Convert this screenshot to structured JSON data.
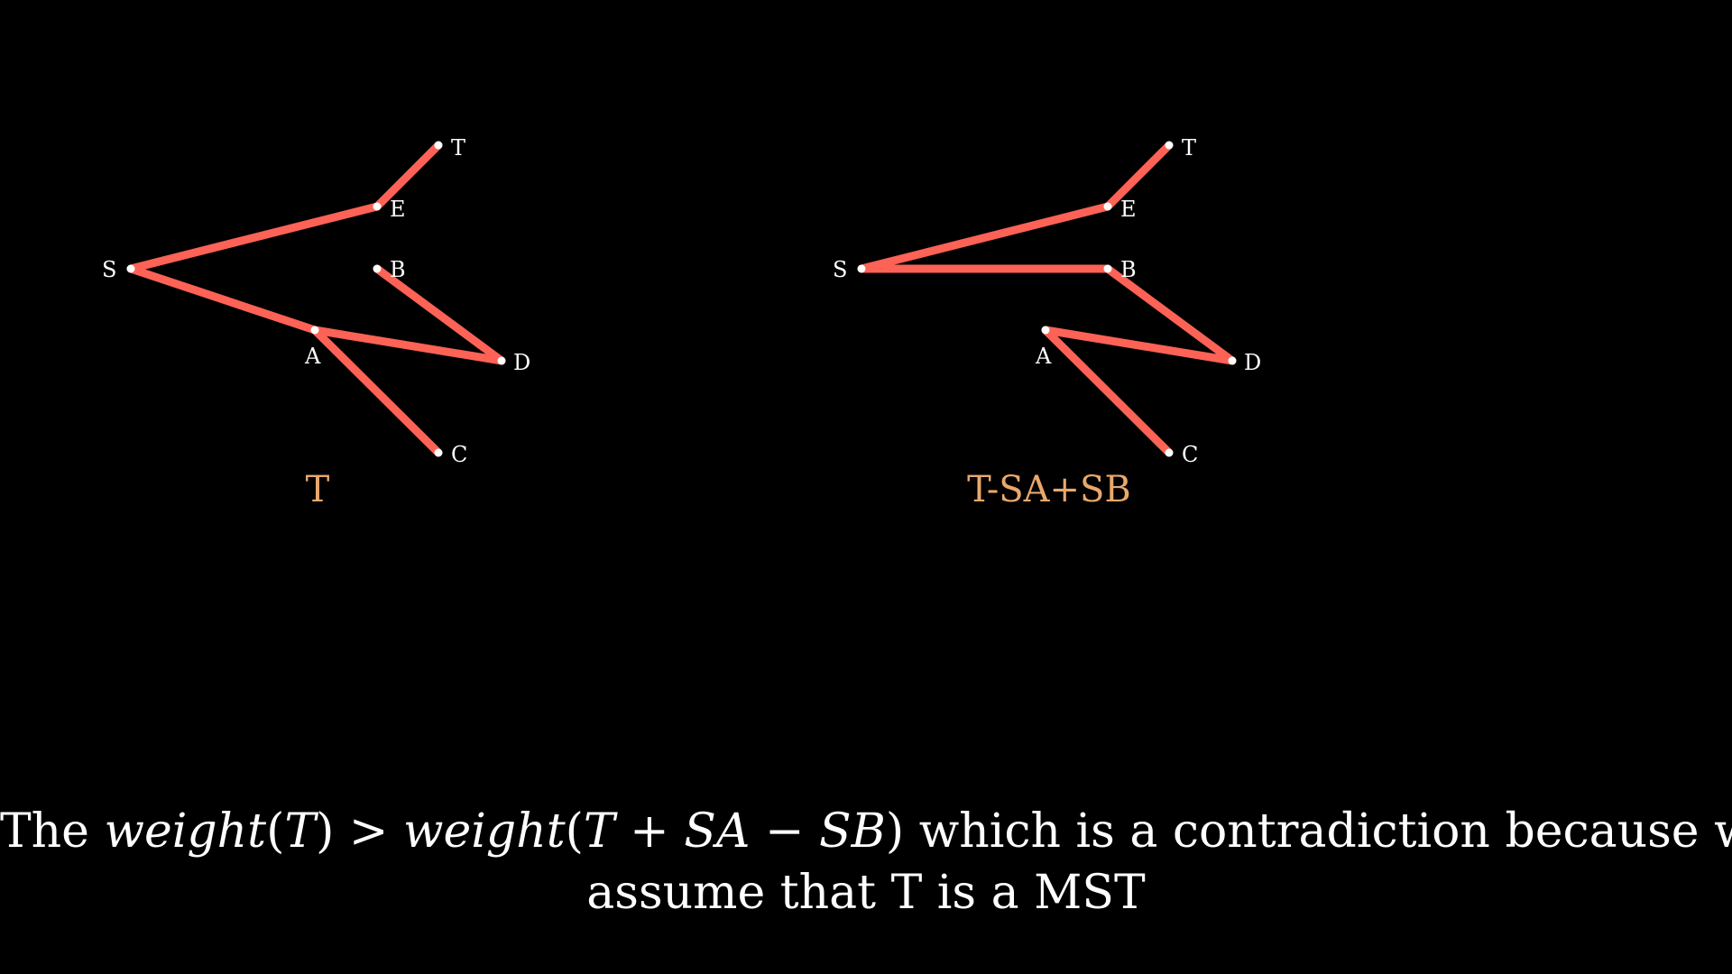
{
  "colors": {
    "background": "#000000",
    "edge": "#fc6255",
    "node": "#ffffff",
    "graph_title": "#e8a86d",
    "text": "#ffffff"
  },
  "graphs": [
    {
      "title": "T",
      "nodes": [
        "S",
        "E",
        "T",
        "B",
        "A",
        "D",
        "C"
      ],
      "edges": [
        [
          "S",
          "E"
        ],
        [
          "E",
          "T"
        ],
        [
          "S",
          "A"
        ],
        [
          "A",
          "D"
        ],
        [
          "D",
          "B"
        ],
        [
          "A",
          "C"
        ]
      ]
    },
    {
      "title": "T-SA+SB",
      "nodes": [
        "S",
        "E",
        "T",
        "B",
        "A",
        "D",
        "C"
      ],
      "edges": [
        [
          "S",
          "E"
        ],
        [
          "E",
          "T"
        ],
        [
          "S",
          "B"
        ],
        [
          "B",
          "D"
        ],
        [
          "D",
          "A"
        ],
        [
          "A",
          "C"
        ]
      ]
    }
  ],
  "caption": {
    "prefix": "The",
    "lhs": "weight",
    "lhs_arg": "T",
    "relation": ">",
    "rhs": "weight",
    "rhs_arg_1": "T",
    "plus": "+",
    "rhs_arg_2": "SA",
    "minus": "−",
    "rhs_arg_3": "SB",
    "suffix": "which is a contradiction because we",
    "line2": "assume that T is a MST"
  }
}
